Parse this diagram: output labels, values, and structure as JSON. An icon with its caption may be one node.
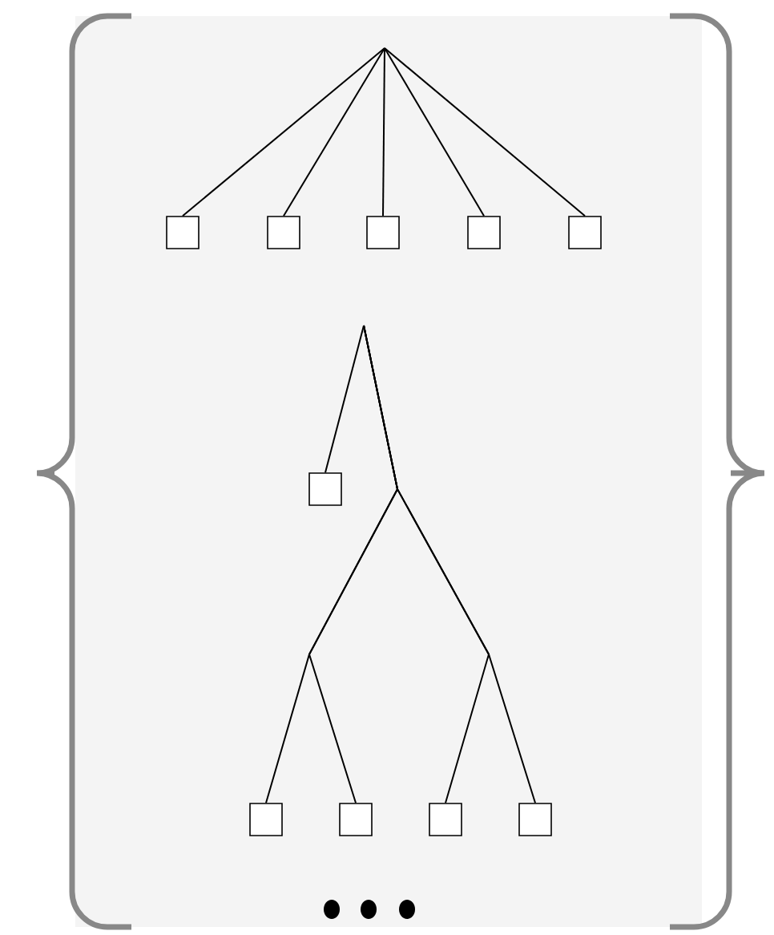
{
  "diagram": {
    "nodes": [
      {
        "text": [],
        "shape": "box"
      },
      {
        "text": [],
        "shape": "box"
      },
      {
        "text": [],
        "shape": "box"
      },
      {
        "text": [],
        "shape": "box"
      },
      {
        "text": [],
        "shape": "box"
      },
      {
        "text": [],
        "shape": "box"
      },
      {
        "text": [],
        "shape": "box"
      },
      {
        "text": [],
        "shape": "box"
      },
      {
        "text": [],
        "shape": "box"
      },
      {
        "text": [],
        "shape": "box"
      }
    ],
    "edges": [
      {
        "from": null,
        "to": 0,
        "arrow": "none"
      },
      {
        "from": null,
        "to": 1,
        "arrow": "none"
      },
      {
        "from": null,
        "to": 2,
        "arrow": "none"
      },
      {
        "from": null,
        "to": 3,
        "arrow": "none"
      },
      {
        "from": null,
        "to": 4,
        "arrow": "none"
      },
      {
        "from": null,
        "to": 5,
        "arrow": "none"
      },
      {
        "from": null,
        "to": 6,
        "arrow": "none"
      },
      {
        "from": null,
        "to": 7,
        "arrow": "none"
      },
      {
        "from": null,
        "to": 8,
        "arrow": "none"
      },
      {
        "from": null,
        "to": 9,
        "arrow": "none"
      }
    ]
  }
}
